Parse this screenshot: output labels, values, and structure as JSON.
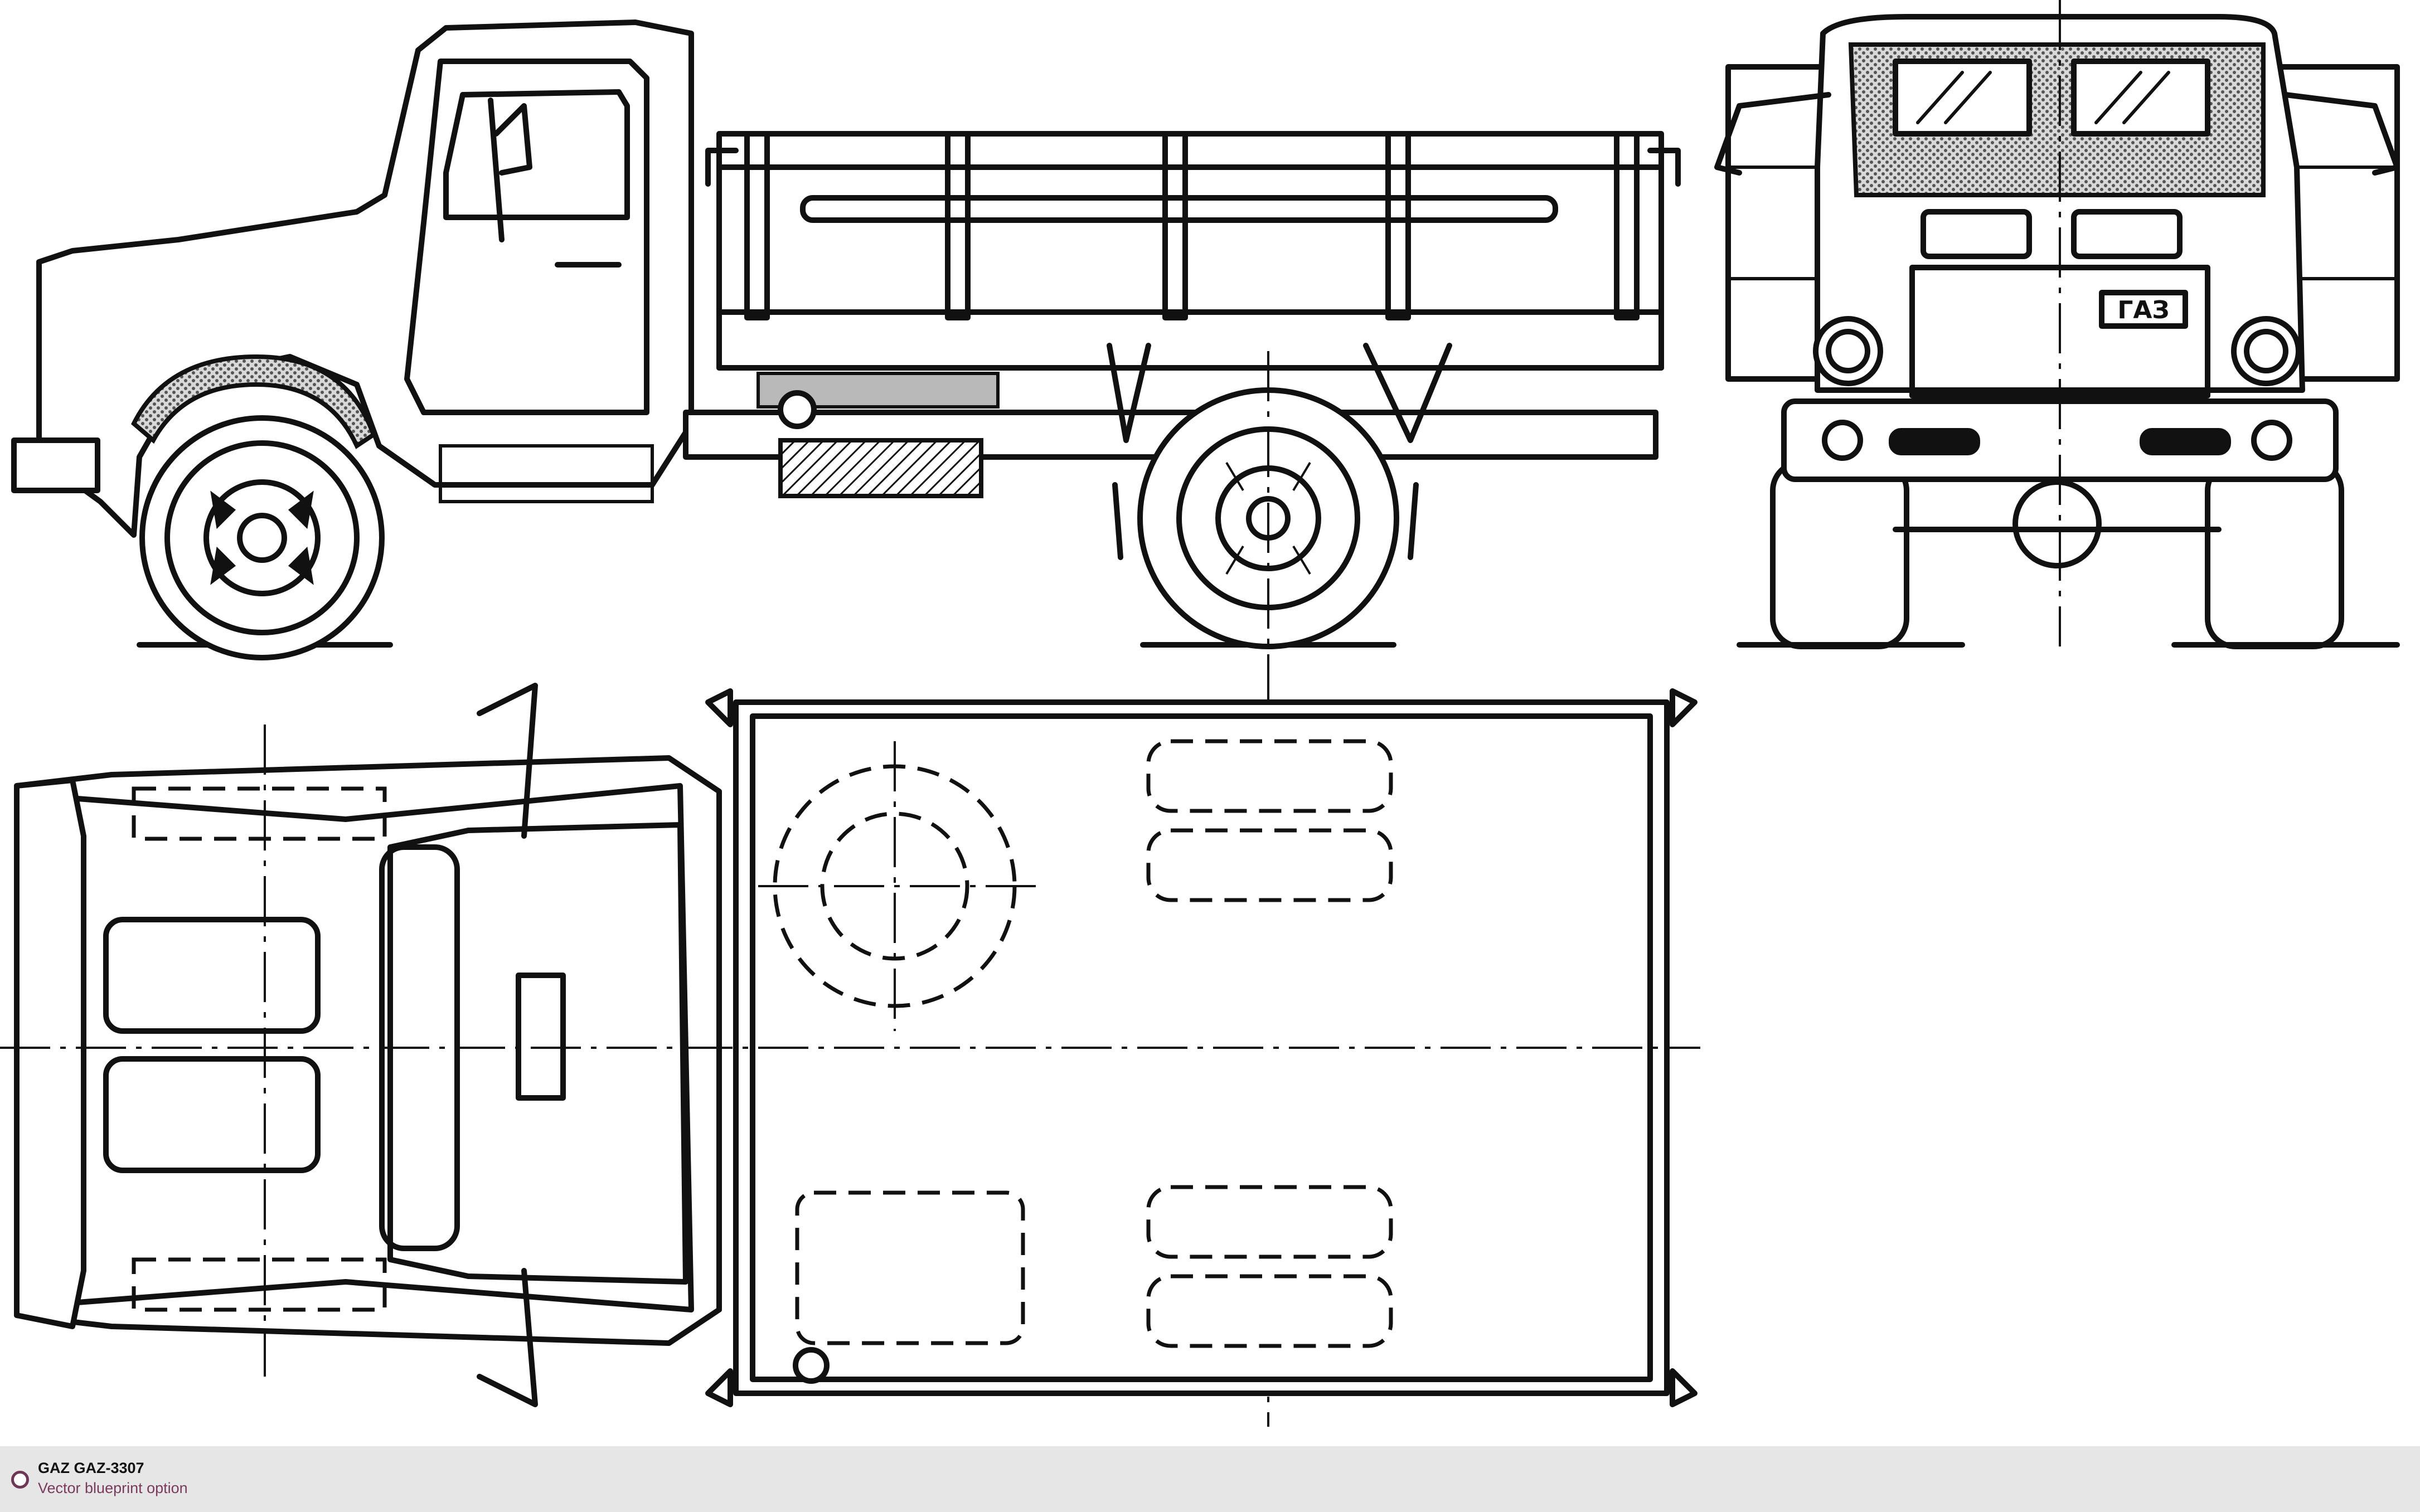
{
  "footer": {
    "title": "GAZ GAZ-3307",
    "subtitle": "Vector blueprint option"
  },
  "front_view": {
    "grille_badge": "ГАЗ"
  },
  "icons": {
    "footer_logo": "circle-logo-icon"
  },
  "colors": {
    "line": "#111111",
    "background": "#ffffff",
    "footer_bg": "#e6e6e6",
    "subtitle": "#7a3a5e"
  }
}
